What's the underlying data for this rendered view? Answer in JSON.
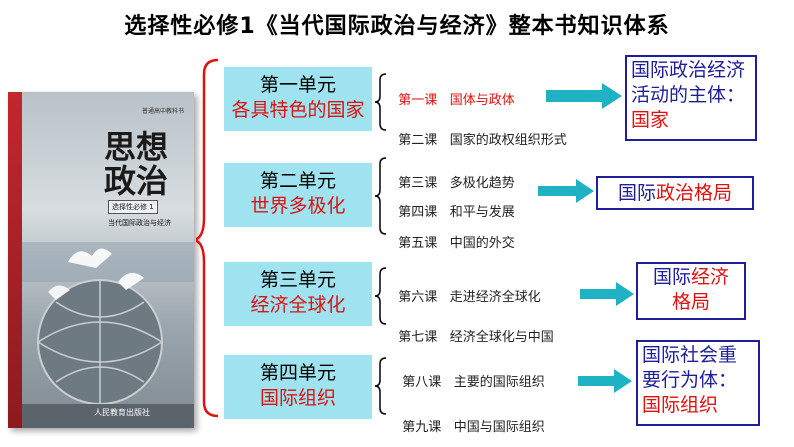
{
  "title": "选择性必修1《当代国际政治与经济》整本书知识体系",
  "book": {
    "title_line1": "思想",
    "title_line2": "政治",
    "subtitle": "选择性必修 1",
    "subtitle2": "当代国际政治与经济",
    "series": "普通高中教科书",
    "publisher": "人民教育出版社"
  },
  "units": [
    {
      "name": "第一单元",
      "topic": "各具特色的国家",
      "lessons": [
        {
          "num": "第一课",
          "title": "国体与政体",
          "highlight": true
        },
        {
          "num": "第二课",
          "title": "国家的政权组织形式",
          "highlight": false
        }
      ],
      "conclusion": {
        "plain": "国际政治经济活动的主体：",
        "red": "国家"
      }
    },
    {
      "name": "第二单元",
      "topic": "世界多极化",
      "lessons": [
        {
          "num": "第三课",
          "title": "多极化趋势",
          "highlight": false
        },
        {
          "num": "第四课",
          "title": "和平与发展",
          "highlight": false
        },
        {
          "num": "第五课",
          "title": "中国的外交",
          "highlight": false
        }
      ],
      "conclusion": {
        "plain": "国际",
        "red": "政治格局"
      }
    },
    {
      "name": "第三单元",
      "topic": "经济全球化",
      "lessons": [
        {
          "num": "第六课",
          "title": "走进经济全球化",
          "highlight": false
        },
        {
          "num": "第七课",
          "title": "经济全球化与中国",
          "highlight": false
        }
      ],
      "conclusion": {
        "plain": "国际",
        "red": "经济格局"
      }
    },
    {
      "name": "第四单元",
      "topic": "国际组织",
      "lessons": [
        {
          "num": "第八课",
          "title": "主要的国际组织",
          "highlight": false
        },
        {
          "num": "第九课",
          "title": "中国与国际组织",
          "highlight": false
        }
      ],
      "conclusion": {
        "plain": "国际社会重要行为体：",
        "red": "国际组织"
      }
    }
  ],
  "colors": {
    "accent_red": "#e0120f",
    "unit_box_bg": "#9ee3ef",
    "arrow": "#1fb1c4",
    "conclusion_border": "#1e1e9a"
  }
}
